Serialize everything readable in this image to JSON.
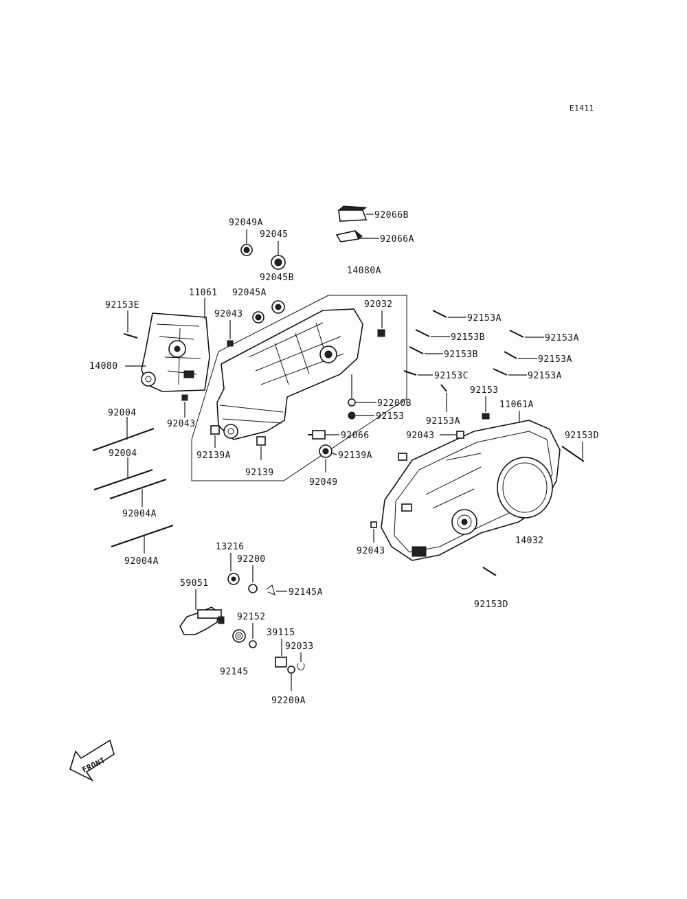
{
  "diagram": {
    "code": "E1411",
    "front_label": "FRONT",
    "parts": {
      "p92049A": "92049A",
      "p92045": "92045",
      "p92045B": "92045B",
      "p92045A": "92045A",
      "p92066B": "92066B",
      "p92066A": "92066A",
      "p14080A": "14080A",
      "p11061": "11061",
      "p92153E": "92153E",
      "p92043_a": "92043",
      "p92032": "92032",
      "p14080": "14080",
      "p92043_b": "92043",
      "p92153A_1": "92153A",
      "p92153B_1": "92153B",
      "p92153A_2": "92153A",
      "p92153B_2": "92153B",
      "p92153A_3": "92153A",
      "p92153C": "92153C",
      "p92153A_4": "92153A",
      "p92153_a": "92153",
      "p11061A": "11061A",
      "p92200B": "92200B",
      "p92153_b": "92153",
      "p92153A_5": "92153A",
      "p92043_c": "92043",
      "p92153D_1": "92153D",
      "p92066": "92066",
      "p92139A_1": "92139A",
      "p92139": "92139",
      "p92139A_2": "92139A",
      "p92049": "92049",
      "p92004_1": "92004",
      "p92004_2": "92004",
      "p92004A_1": "92004A",
      "p92004A_2": "92004A",
      "p92043_d": "92043",
      "p14032": "14032",
      "p92153D_2": "92153D",
      "p13216": "13216",
      "p92200": "92200",
      "p59051": "59051",
      "p92145A": "92145A",
      "p92152": "92152",
      "p39115": "39115",
      "p92033": "92033",
      "p92145": "92145",
      "p92200A": "92200A"
    }
  }
}
